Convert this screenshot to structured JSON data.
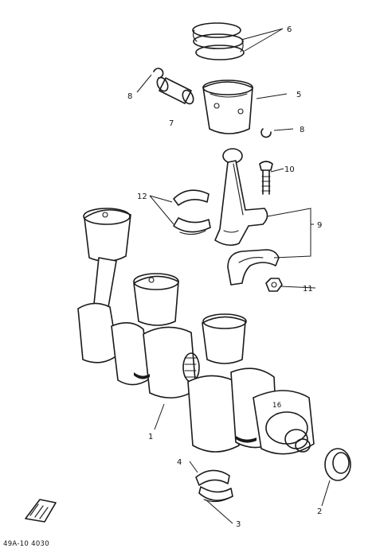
{
  "callouts": {
    "c1": "1",
    "c2": "2",
    "c3": "3",
    "c4": "4",
    "c5": "5",
    "c6": "6",
    "c7": "7",
    "c8a": "8",
    "c8b": "8",
    "c9": "9",
    "c10": "10",
    "c11": "11",
    "c12": "12"
  },
  "diagram_code": "49A-10 4030",
  "colors": {
    "ink": "#1a1a1a",
    "paper": "#ffffff"
  }
}
